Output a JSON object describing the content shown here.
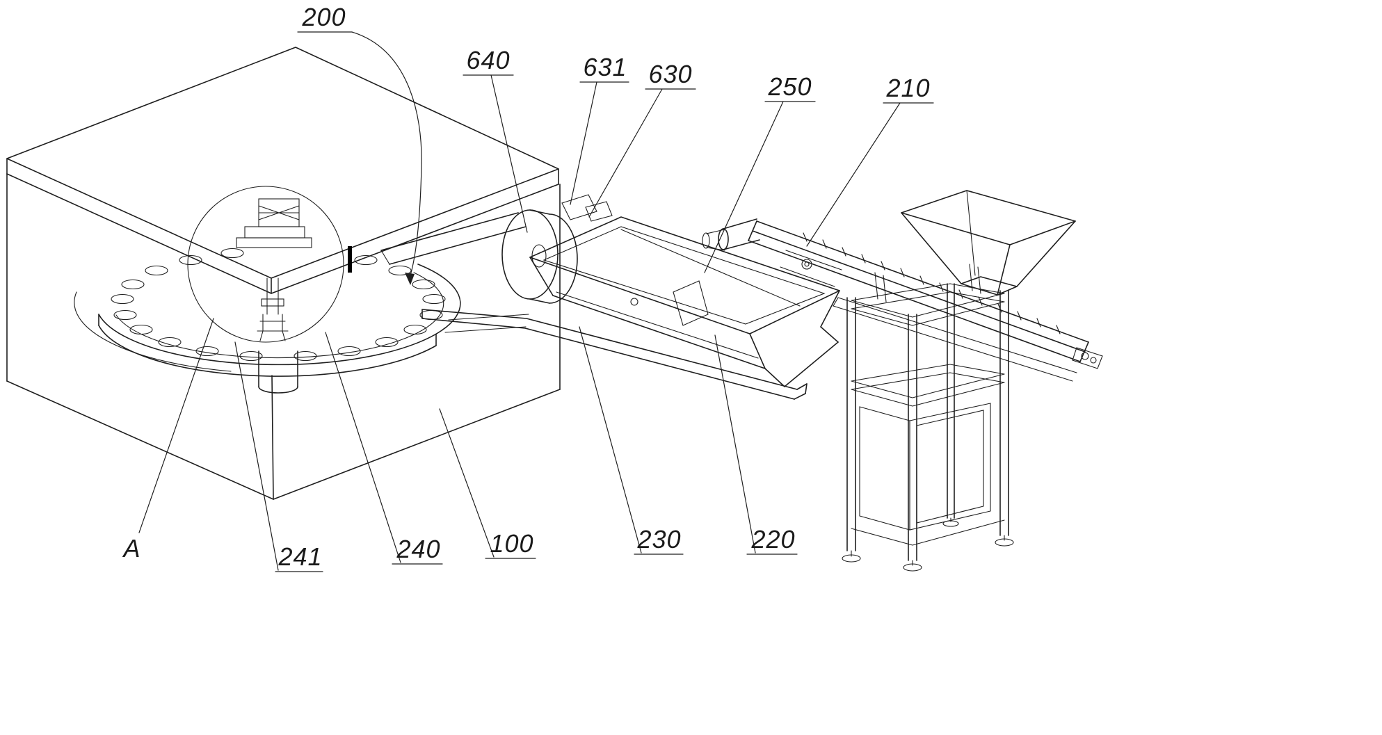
{
  "drawing": {
    "background": "#ffffff",
    "stroke_color": "#1f1f1f"
  },
  "labels": [
    {
      "id": "200",
      "text": "200"
    },
    {
      "id": "640",
      "text": "640"
    },
    {
      "id": "631",
      "text": "631"
    },
    {
      "id": "630",
      "text": "630"
    },
    {
      "id": "250",
      "text": "250"
    },
    {
      "id": "210",
      "text": "210"
    },
    {
      "id": "A",
      "text": "A"
    },
    {
      "id": "241",
      "text": "241"
    },
    {
      "id": "240",
      "text": "240"
    },
    {
      "id": "100",
      "text": "100"
    },
    {
      "id": "230",
      "text": "230"
    },
    {
      "id": "220",
      "text": "220"
    }
  ]
}
